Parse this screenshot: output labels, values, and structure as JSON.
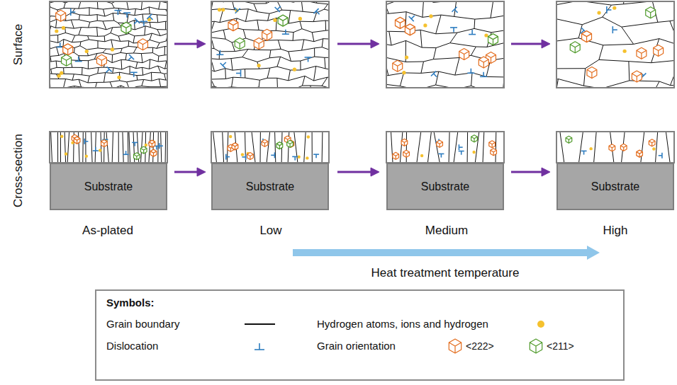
{
  "diagram": {
    "nodes": [
      {
        "text": [
          "Substrate"
        ]
      },
      {
        "text": [
          "Substrate"
        ]
      },
      {
        "text": [
          "Substrate"
        ]
      },
      {
        "text": [
          "Substrate"
        ]
      }
    ],
    "labels": [
      "Surface",
      "Cross-section",
      "As-plated",
      "Low",
      "Medium",
      "High",
      "Heat treatment temperature",
      "Symbols:",
      "<222>",
      "<211>"
    ],
    "legend": [
      {
        "text": "Grain boundary"
      },
      {
        "text": "Dislocation"
      },
      {
        "text": "Hydrogen atoms, ions and hydrogen",
        "color": "#f5c12e"
      },
      {
        "text": "Grain orientation"
      }
    ]
  }
}
